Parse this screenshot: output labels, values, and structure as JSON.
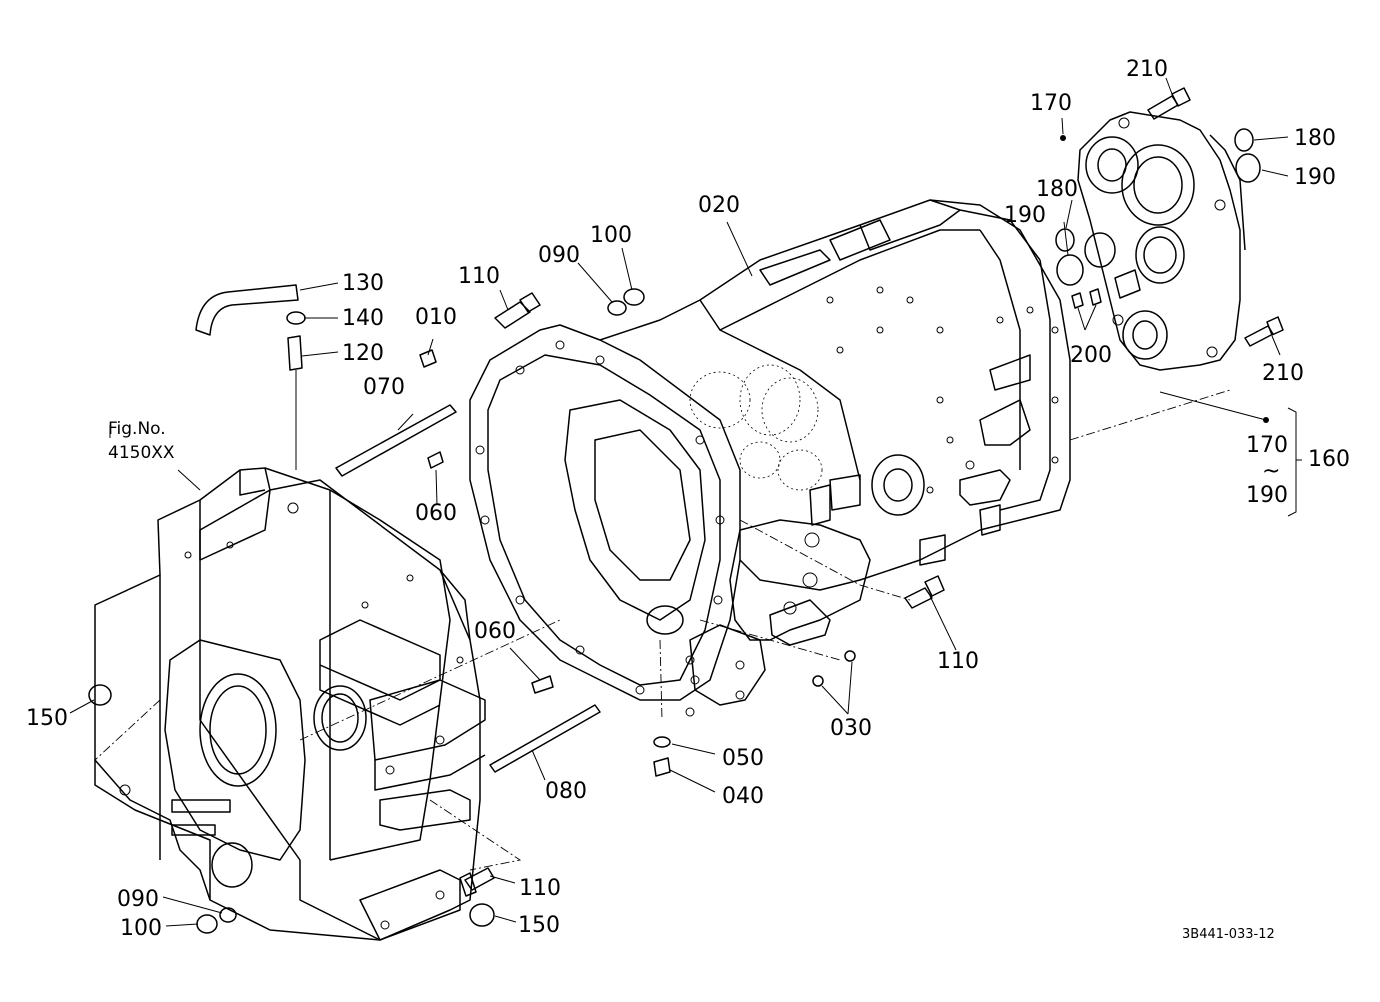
{
  "callouts": {
    "l010": "010",
    "l020": "020",
    "l030": "030",
    "l040": "040",
    "l050": "050",
    "l060a": "060",
    "l060b": "060",
    "l070": "070",
    "l080": "080",
    "l090a": "090",
    "l090b": "090",
    "l100a": "100",
    "l100b": "100",
    "l110a": "110",
    "l110b": "110",
    "l110c": "110",
    "l120": "120",
    "l130": "130",
    "l140": "140",
    "l150a": "150",
    "l150b": "150",
    "l160": "160",
    "l170a": "170",
    "l170b": "170",
    "l180a": "180",
    "l180b": "180",
    "l190a": "190",
    "l190b": "190",
    "l190c": "190",
    "l200": "200",
    "l210a": "210",
    "l210b": "210",
    "tilde": "~"
  },
  "figure_ref": {
    "line1": "Fig.No.",
    "line2": "4150XX"
  },
  "drawing_number": "3B441-033-12"
}
